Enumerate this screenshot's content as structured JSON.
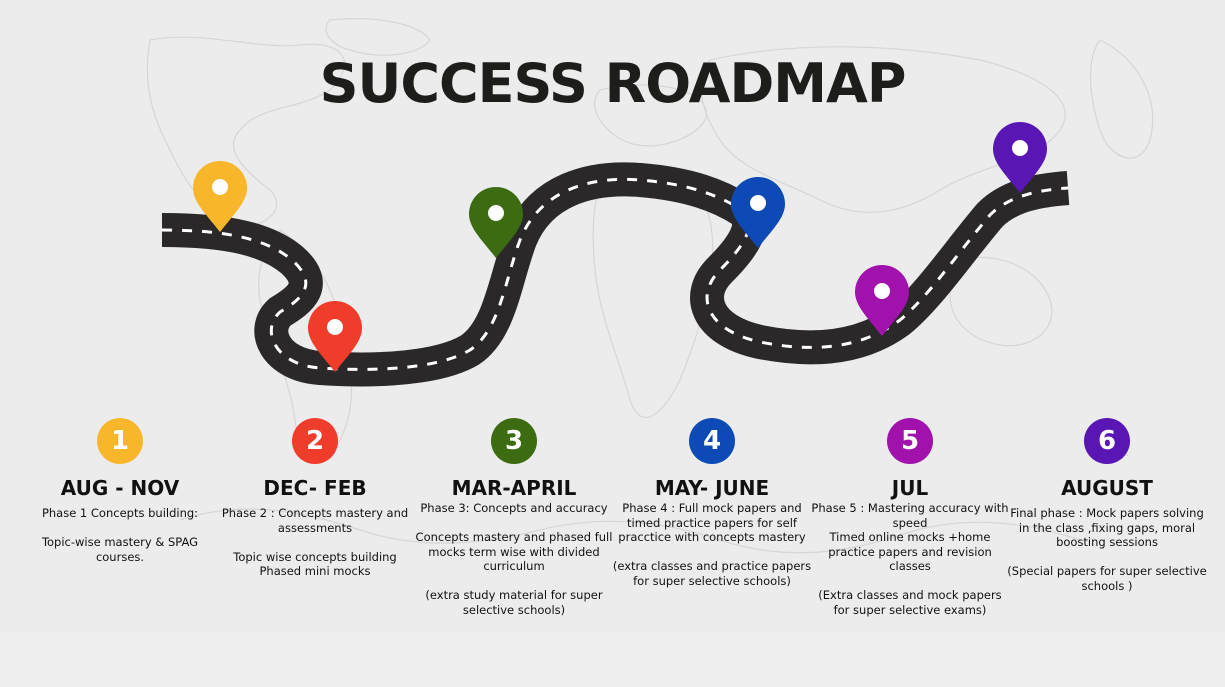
{
  "title": "SUCCESS ROADMAP",
  "colors": {
    "road": "#2a2828",
    "dash": "#ffffff",
    "phase1": "#f8b62a",
    "phase2": "#f03c2a",
    "phase3": "#3c6b12",
    "phase4": "#0d4ab5",
    "phase5": "#a012ab",
    "phase6": "#5a15b5"
  },
  "phases": [
    {
      "number": "1",
      "heading": "AUG - NOV",
      "description": "Phase 1 Concepts building:\n\nTopic-wise mastery & SPAG courses.",
      "color": "#f8b62a"
    },
    {
      "number": "2",
      "heading": "DEC- FEB",
      "description": "Phase 2 : Concepts mastery and assessments\n\nTopic wise concepts building\nPhased mini mocks",
      "color": "#f03c2a"
    },
    {
      "number": "3",
      "heading": "MAR-APRIL",
      "description": "Phase 3: Concepts and accuracy\n\nConcepts mastery and phased full mocks term wise with divided curriculum\n\n(extra study material for super selective schools)",
      "color": "#3c6b12"
    },
    {
      "number": "4",
      "heading": "MAY- JUNE",
      "description": "Phase 4 : Full mock papers and timed practice papers for self pracctice  with concepts mastery\n\n(extra classes and practice papers  for super selective schools)",
      "color": "#0d4ab5"
    },
    {
      "number": "5",
      "heading": "JUL",
      "description": "Phase 5 : Mastering accuracy with speed\nTimed online mocks +home practice papers and revision classes\n\n(Extra classes and mock papers for super selective exams)",
      "color": "#a012ab"
    },
    {
      "number": "6",
      "heading": "AUGUST",
      "description": "Final phase : Mock papers solving in the class ,fixing gaps, moral boosting sessions\n\n(Special papers for super selective schools )",
      "color": "#5a15b5"
    }
  ]
}
